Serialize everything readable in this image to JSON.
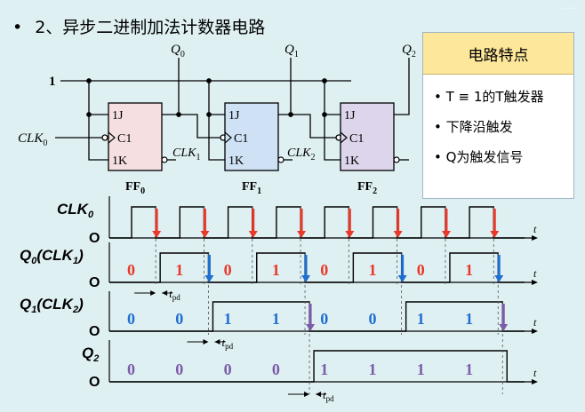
{
  "slide": {
    "bullet": "•",
    "title": "2、异步二进制加法计数器电路",
    "watermark": "……"
  },
  "feature_box": {
    "heading": "电路特点",
    "items": [
      "T ≡ 1的T触发器",
      "下降沿触发",
      "Q为触发信号"
    ]
  },
  "circuit": {
    "input_one": "1",
    "clk_input": "CLK",
    "clk_input_sub": "0",
    "outputs": [
      {
        "name": "Q",
        "sub": "0"
      },
      {
        "name": "Q",
        "sub": "1"
      },
      {
        "name": "Q",
        "sub": "2"
      }
    ],
    "flip_flops": [
      {
        "label": "FF",
        "sub": "0",
        "pin_j": "1J",
        "pin_c": "C1",
        "pin_k": "1K",
        "color": "#f5dfe1"
      },
      {
        "label": "FF",
        "sub": "1",
        "pin_j": "1J",
        "pin_c": "C1",
        "pin_k": "1K",
        "color": "#cfe2f5"
      },
      {
        "label": "FF",
        "sub": "2",
        "pin_j": "1J",
        "pin_c": "C1",
        "pin_k": "1K",
        "color": "#ddd5ec"
      }
    ],
    "clk_links": [
      {
        "name": "CLK",
        "sub": "1"
      },
      {
        "name": "CLK",
        "sub": "2"
      }
    ]
  },
  "timing": {
    "rows": [
      {
        "label": "CLK",
        "label_sub": "0",
        "label_tail": "",
        "values": []
      },
      {
        "label": "Q",
        "label_sub": "0",
        "label_tail": "(CLK",
        "label_tail_sub": "1",
        "values": [
          "0",
          "1",
          "0",
          "1",
          "0",
          "1",
          "0",
          "1"
        ],
        "value_color": "#e8392a"
      },
      {
        "label": "Q",
        "label_sub": "1",
        "label_tail": "(CLK",
        "label_tail_sub": "2",
        "values": [
          "0",
          "0",
          "1",
          "1",
          "0",
          "0",
          "1",
          "1"
        ],
        "value_color": "#1f6fd0"
      },
      {
        "label": "Q",
        "label_sub": "2",
        "label_tail": "",
        "values": [
          "0",
          "0",
          "0",
          "0",
          "1",
          "1",
          "1",
          "1"
        ],
        "value_color": "#7a5ca8"
      }
    ],
    "zero_label": "O",
    "time_label": "t",
    "tpd_label": "t",
    "tpd_sub": "pd",
    "arrow_colors": {
      "clk": "#e8392a",
      "q0": "#1f6fd0",
      "q1": "#7a5ca8"
    }
  }
}
